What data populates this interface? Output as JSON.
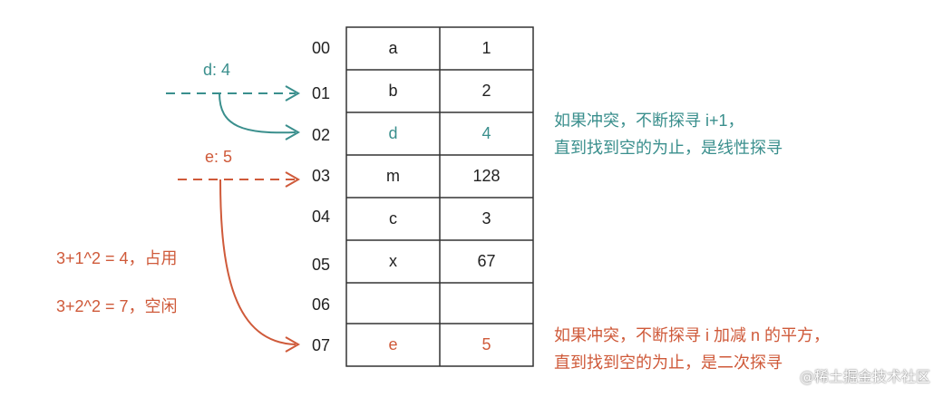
{
  "table": {
    "rows": [
      {
        "index": "00",
        "key": "a",
        "value": "1"
      },
      {
        "index": "01",
        "key": "b",
        "value": "2"
      },
      {
        "index": "02",
        "key": "d",
        "value": "4"
      },
      {
        "index": "03",
        "key": "m",
        "value": "128"
      },
      {
        "index": "04",
        "key": "c",
        "value": "3"
      },
      {
        "index": "05",
        "key": "x",
        "value": "67"
      },
      {
        "index": "06",
        "key": "",
        "value": ""
      },
      {
        "index": "07",
        "key": "e",
        "value": "5"
      }
    ]
  },
  "labels": {
    "d_insert": "d: 4",
    "e_insert": "e: 5",
    "quad_step_1": "3+1^2 = 4，占用",
    "quad_step_2": "3+2^2 = 7，空闲"
  },
  "notes": {
    "linear_line1": "如果冲突，不断探寻 i+1，",
    "linear_line2": "直到找到空的为止，是线性探寻",
    "quadratic_line1": "如果冲突，不断探寻 i 加减 n 的平方，",
    "quadratic_line2": "直到找到空的为止，是二次探寻"
  },
  "watermark": "@稀土掘金技术社区",
  "colors": {
    "teal": "#3a8f8d",
    "red": "#cf5a3a",
    "grid": "#333333"
  }
}
